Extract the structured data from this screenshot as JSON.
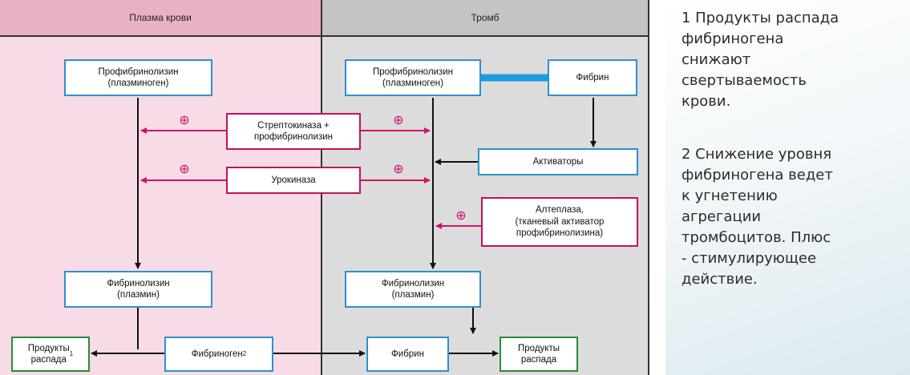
{
  "columns": {
    "plasma": "Плазма крови",
    "thrombus": "Тромб"
  },
  "boxes": {
    "profibrinolysin_plasma": "Профибринолизин\n(плазминоген)",
    "profibrinolysin_thrombus": "Профибринолизин\n(плазминоген)",
    "fibrin_top": "Фибрин",
    "streptokinase": "Стрептокиназа +\nпрофибринолизин",
    "activators": "Активаторы",
    "urokinase": "Урокиназа",
    "alteplase": "Алтеплаза,\n(тканевый активатор\nпрофибринолизина)",
    "fibrinolysin_plasma": "Фибринолизин\n(плазмин)",
    "fibrinolysin_thrombus": "Фибринолизин\n(плазмин)",
    "products_left": "Продукты\nраспада",
    "products_left_sup": "1",
    "fibrinogen": "Фибриноген",
    "fibrinogen_sup": "2",
    "fibrin_bottom": "Фибрин",
    "products_right": "Продукты\nраспада"
  },
  "plus_symbol": "⊕",
  "notes": [
    "1 Продукты распада\nфибриногена\nснижают\nсвертываемость\nкрови.",
    "2 Снижение уровня\nфибриногена ведет\nк угнетению\nагрегации\nтромбоцитов. Плюс\n- стимулирующее\nдействие."
  ],
  "colors": {
    "plasma_bg": "#f7dbe6",
    "thrombus_bg": "#dcdcdc",
    "blue_border": "#2f8fd0",
    "pink_border": "#c0125a",
    "green_border": "#2a8a3a",
    "pink_arrow": "#d0136a",
    "fibrin_link": "#1e9be0"
  }
}
